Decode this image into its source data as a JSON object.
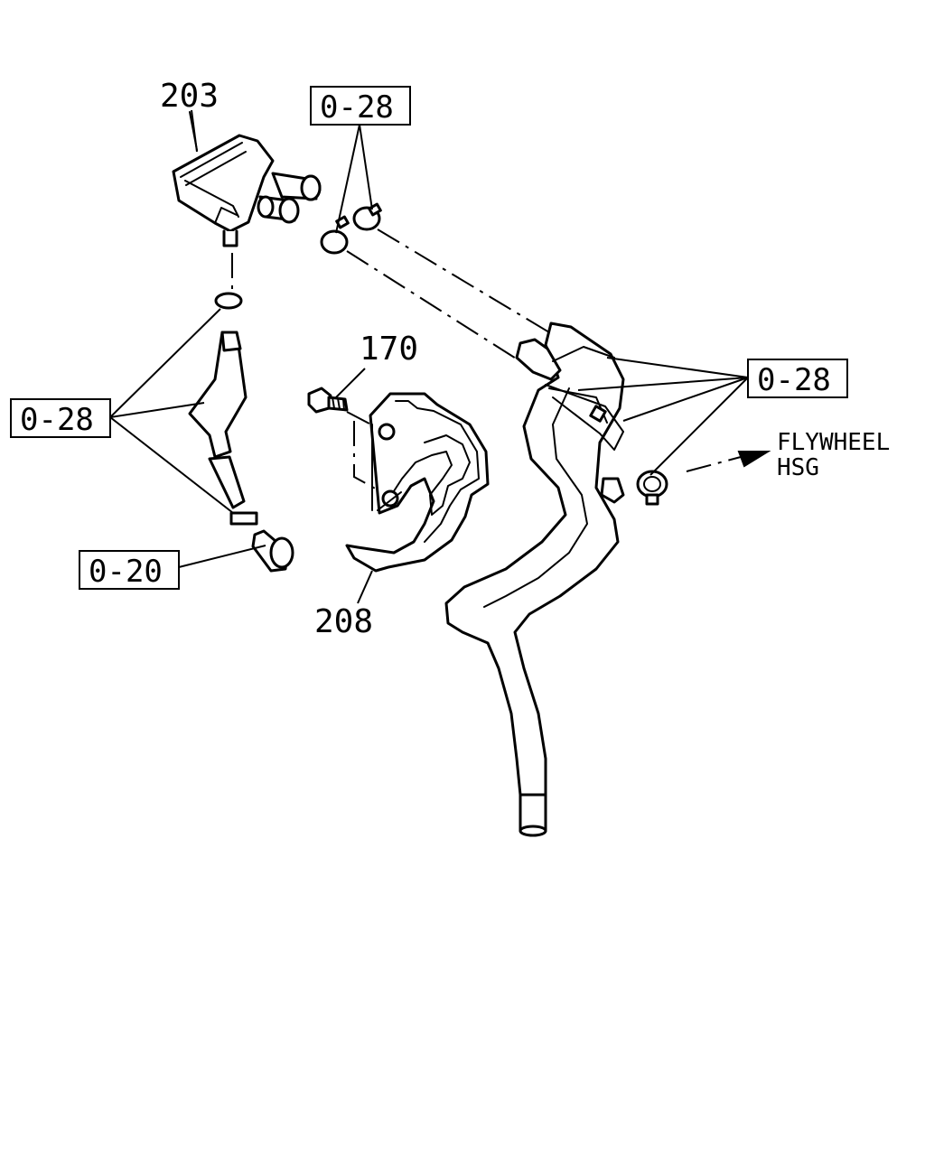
{
  "labels": {
    "part_203": "203",
    "part_170": "170",
    "part_208": "208",
    "ref_028_top": "0-28",
    "ref_028_left": "0-28",
    "ref_028_right": "0-28",
    "ref_020": "0-20",
    "flywheel_line1": "FLYWHEEL",
    "flywheel_line2": "HSG"
  }
}
